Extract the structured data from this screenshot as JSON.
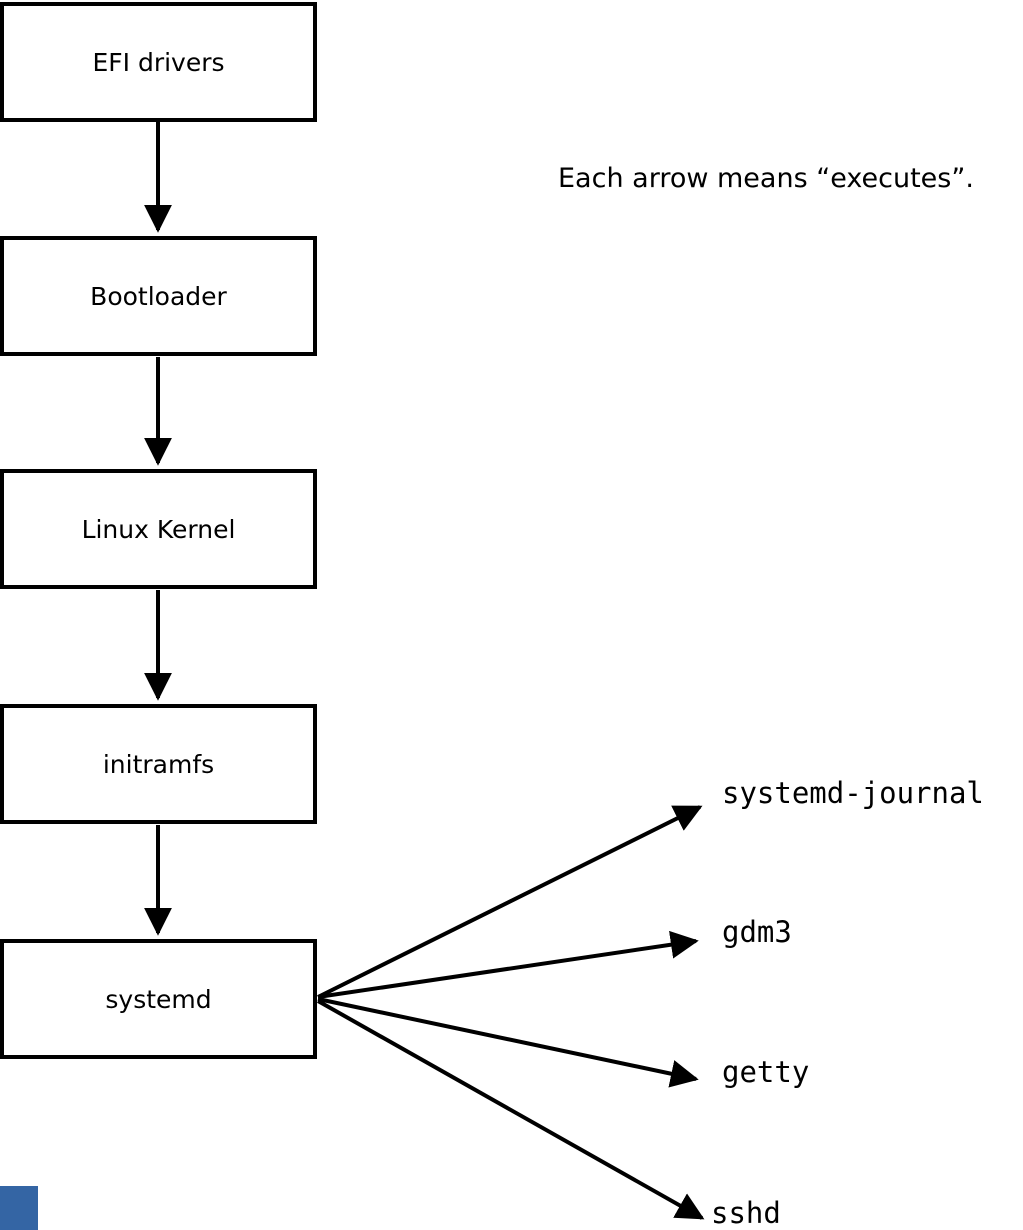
{
  "note": "Each arrow means “executes”.",
  "arrow_meaning": "executes",
  "stages": [
    {
      "label": "EFI drivers"
    },
    {
      "label": "Bootloader"
    },
    {
      "label": "Linux Kernel"
    },
    {
      "label": "initramfs"
    },
    {
      "label": "systemd"
    }
  ],
  "services": [
    {
      "label": "systemd-journal"
    },
    {
      "label": "gdm3"
    },
    {
      "label": "getty"
    },
    {
      "label": "sshd"
    }
  ],
  "edges": [
    {
      "from": "EFI drivers",
      "to": "Bootloader"
    },
    {
      "from": "Bootloader",
      "to": "Linux Kernel"
    },
    {
      "from": "Linux Kernel",
      "to": "initramfs"
    },
    {
      "from": "initramfs",
      "to": "systemd"
    },
    {
      "from": "systemd",
      "to": "systemd-journal"
    },
    {
      "from": "systemd",
      "to": "gdm3"
    },
    {
      "from": "systemd",
      "to": "getty"
    },
    {
      "from": "systemd",
      "to": "sshd"
    }
  ],
  "colors": {
    "box_border": "#000000",
    "box_fill": "#ffffff",
    "arrow": "#000000",
    "text": "#000000",
    "corner_accent": "#3465a4"
  }
}
